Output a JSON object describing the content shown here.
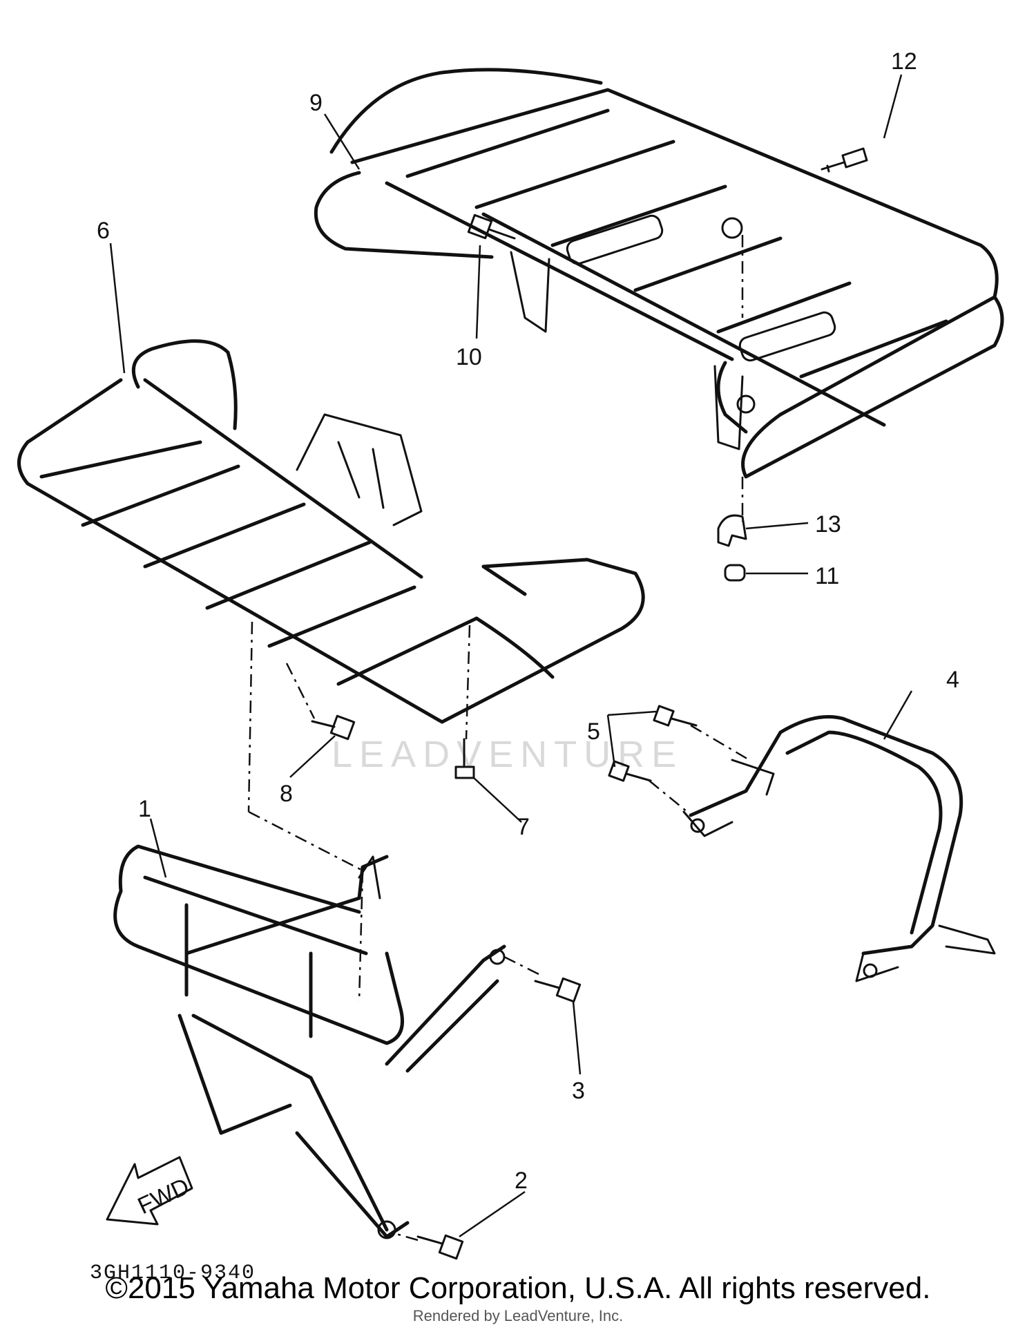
{
  "watermark": "LEADVENTURE",
  "drawing_code": "3GH1110-9340",
  "fwd_label": "FWD",
  "callouts": {
    "c1": "1",
    "c2": "2",
    "c3": "3",
    "c4": "4",
    "c5": "5",
    "c6": "6",
    "c7": "7",
    "c8": "8",
    "c9": "9",
    "c10": "10",
    "c11": "11",
    "c12": "12",
    "c13": "13"
  },
  "copyright": "©2015 Yamaha Motor Corporation, U.S.A. All rights reserved.",
  "render_credit": "Rendered by LeadVenture, Inc."
}
